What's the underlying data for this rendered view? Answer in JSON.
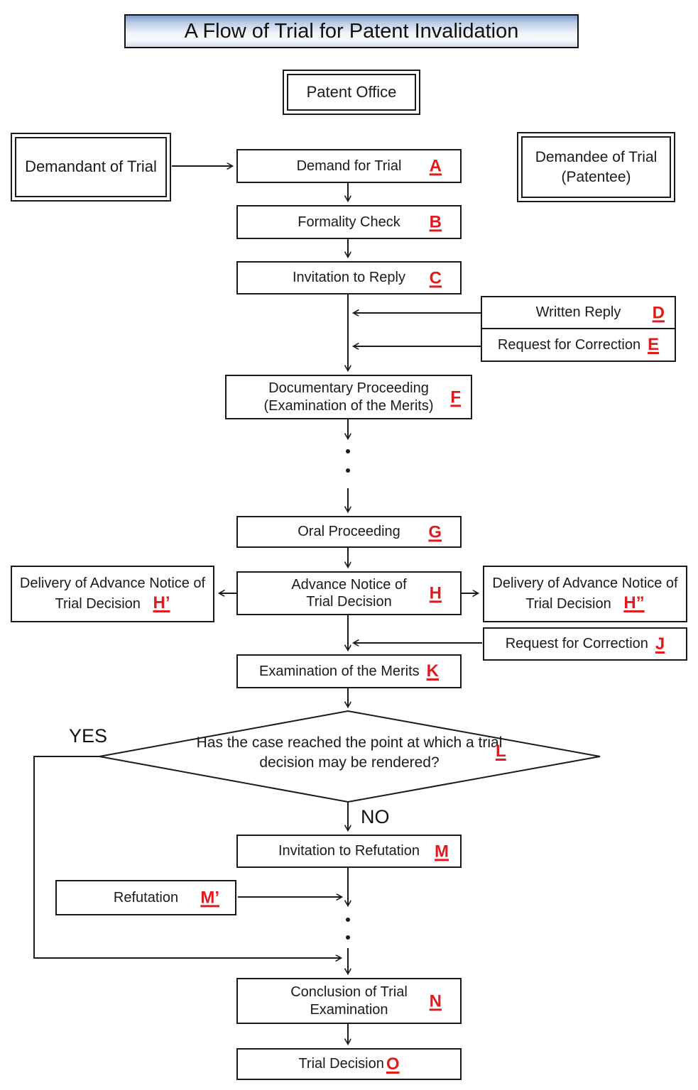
{
  "title": "A Flow of Trial for Patent Invalidation",
  "actors": {
    "patent_office": "Patent Office",
    "demandant": "Demandant of Trial",
    "demandee_line1": "Demandee of Trial",
    "demandee_line2": "(Patentee)"
  },
  "branch_labels": {
    "yes": "YES",
    "no": "NO"
  },
  "colors": {
    "letter_red": "#e01b1e",
    "line_black": "#1a1a1a",
    "title_gradient_top": "#7f9bca",
    "title_gradient_bottom": "#cfdcee"
  },
  "nodes": {
    "A": {
      "label": "Demand for Trial",
      "letter": "A"
    },
    "B": {
      "label": "Formality Check",
      "letter": "B"
    },
    "C": {
      "label": "Invitation to Reply",
      "letter": "C"
    },
    "D": {
      "label": "Written Reply",
      "letter": "D"
    },
    "E": {
      "label": "Request for Correction",
      "letter": "E"
    },
    "F": {
      "label": "Documentary Proceeding (Examination of the Merits)",
      "letter": "F"
    },
    "G": {
      "label": "Oral Proceeding",
      "letter": "G"
    },
    "H": {
      "label": "Advance Notice of Trial Decision",
      "letter": "H"
    },
    "H1": {
      "label": "Delivery of Advance Notice of Trial Decision",
      "letter": "H’"
    },
    "H2": {
      "label": "Delivery of Advance Notice of Trial Decision",
      "letter": "H”"
    },
    "J": {
      "label": "Request for Correction",
      "letter": "J"
    },
    "K": {
      "label": "Examination of the Merits",
      "letter": "K"
    },
    "L": {
      "label": "Has the case reached the point at which a trial decision may be rendered?",
      "letter": "L"
    },
    "M": {
      "label": "Invitation to Refutation",
      "letter": "M"
    },
    "M1": {
      "label": "Refutation",
      "letter": "M’"
    },
    "N": {
      "label": "Conclusion of Trial Examination",
      "letter": "N"
    },
    "O": {
      "label": "Trial Decision",
      "letter": "O"
    }
  }
}
